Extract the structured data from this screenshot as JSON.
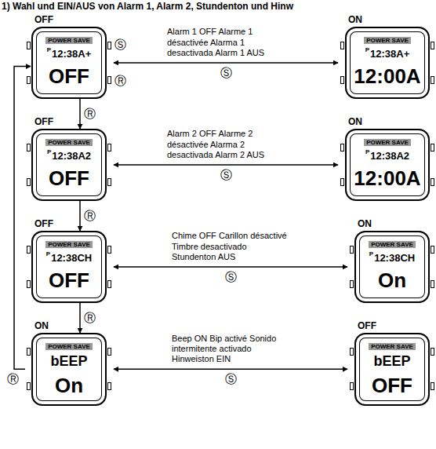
{
  "diagram": {
    "title": "1) Wahl und EIN/AUS von Alarm 1, Alarm 2, Stundenton und Hinw",
    "nodes": [
      {
        "text": [
          "OFF",
          "POWER SAVE",
          "P",
          "12:38A+",
          "OFF"
        ]
      },
      {
        "text": [
          "ON",
          "POWER SAVE",
          "P",
          "12:38A+",
          "12:00A"
        ]
      },
      {
        "text": [
          "OFF",
          "POWER SAVE",
          "P",
          "12:38A2",
          "OFF"
        ]
      },
      {
        "text": [
          "ON",
          "POWER SAVE",
          "P",
          "12:38A2",
          "12:00A"
        ]
      },
      {
        "text": [
          "OFF",
          "POWER SAVE",
          "P",
          "12:38CH",
          "OFF"
        ]
      },
      {
        "text": [
          "ON",
          "POWER SAVE",
          "P",
          "12:38CH",
          "On"
        ]
      },
      {
        "text": [
          "ON",
          "POWER SAVE",
          "bEEP",
          "On"
        ]
      },
      {
        "text": [
          "OFF",
          "POWER SAVE",
          "bEEP",
          "OFF"
        ]
      }
    ],
    "edges": [
      {
        "from": 0,
        "to": 1,
        "arrow": "both",
        "label": "Alarm 1 OFF Alarme 1 désactivée Alarma 1 desactivada Alarm 1 AUS"
      },
      {
        "from": 2,
        "to": 3,
        "arrow": "both",
        "label": "Alarm 2 OFF Alarme 2 désactivée Alarma 2 desactivada Alarm 2 AUS"
      },
      {
        "from": 4,
        "to": 5,
        "arrow": "both",
        "label": "Chime OFF Carillon désactivé Timbre desactivado Stundenton AUS"
      },
      {
        "from": 6,
        "to": 7,
        "arrow": "both",
        "label": "Beep ON Bip activé Sonido intermitente activado Hinweiston EIN"
      },
      {
        "from": 0,
        "to": 2,
        "arrow": "to",
        "label": "Ⓡ"
      },
      {
        "from": 2,
        "to": 4,
        "arrow": "to",
        "label": "Ⓡ"
      },
      {
        "from": 4,
        "to": 6,
        "arrow": "to",
        "label": "Ⓡ"
      },
      {
        "from": 6,
        "to": 0,
        "arrow": "to",
        "label": "Ⓡ"
      }
    ],
    "labels": [
      "Ⓢ",
      "Ⓡ",
      "Ⓢ",
      "Ⓢ",
      "Ⓢ",
      "Ⓢ"
    ]
  }
}
